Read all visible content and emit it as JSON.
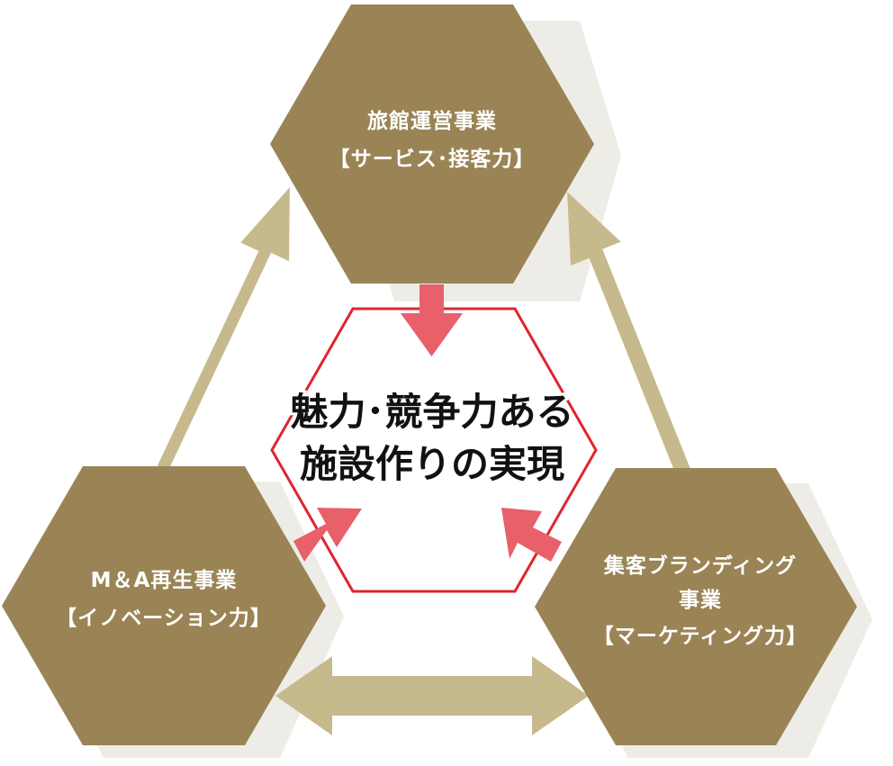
{
  "colors": {
    "hex_fill": "#9a8456",
    "hex_shadow": "#eeece6",
    "link_arrow": "#c6b98c",
    "contribution_arrow": "#e8606a",
    "center_outline": "#e0242c",
    "hex_text": "#ffffff",
    "center_text": "#111111"
  },
  "center": {
    "line1": "魅力･競争力ある",
    "line2": "施設作りの実現"
  },
  "nodes": {
    "top": {
      "line1": "旅館運営事業",
      "line2": "【サービス･接客力】"
    },
    "left": {
      "line1": "M＆A再生事業",
      "line2": "【イノベーション力】"
    },
    "right": {
      "line1": "集客ブランディング",
      "line2": "事業",
      "line3": "【マーケティング力】"
    }
  }
}
